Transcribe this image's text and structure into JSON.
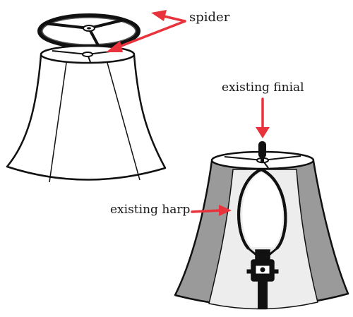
{
  "labels": {
    "spider": "spider",
    "finial": "existing finial",
    "harp": "existing harp"
  },
  "colors": {
    "outline": "#111111",
    "arrow": "#e8333c",
    "shade_dark_panel": "#9a9a9a",
    "shade_light_panel": "#ededed",
    "background": "#ffffff"
  },
  "icons": {
    "spider": "spider-ring-icon",
    "finial": "finial-icon",
    "harp": "harp-icon",
    "socket": "lamp-socket-icon"
  }
}
